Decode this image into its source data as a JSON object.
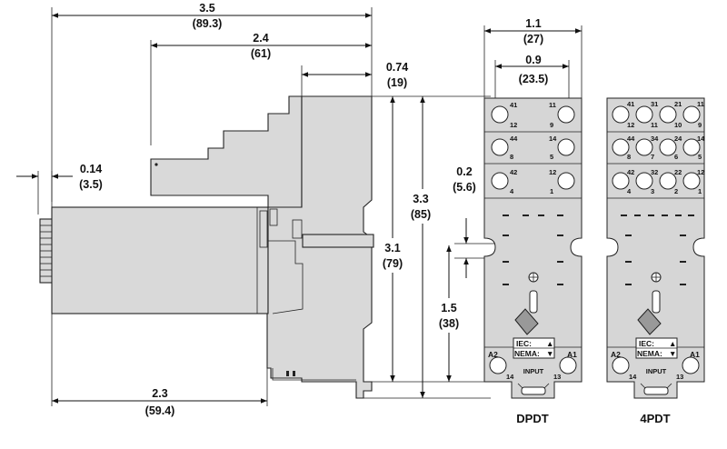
{
  "dimensions": {
    "overall_length": {
      "inch": "3.5",
      "mm": "(89.3)"
    },
    "relay_to_socket": {
      "inch": "2.4",
      "mm": "(61)"
    },
    "socket_depth": {
      "inch": "0.74",
      "mm": "(19)"
    },
    "knob": {
      "inch": "0.14",
      "mm": "(3.5)"
    },
    "relay_body": {
      "inch": "2.3",
      "mm": "(59.4)"
    },
    "total_height": {
      "inch": "3.3",
      "mm": "(85)"
    },
    "socket_height": {
      "inch": "3.1",
      "mm": "(79)"
    },
    "slot_width": {
      "inch": "0.2",
      "mm": "(5.6)"
    },
    "slot_to_bottom": {
      "inch": "1.5",
      "mm": "(38)"
    },
    "width": {
      "inch": "1.1",
      "mm": "(27)"
    },
    "mounting": {
      "inch": "0.9",
      "mm": "(23.5)"
    }
  },
  "dpdt": {
    "label": "DPDT",
    "row1": [
      "41",
      "11"
    ],
    "row1b": [
      "12",
      "9"
    ],
    "row2": [
      "44",
      "14"
    ],
    "row2b": [
      "8",
      "5"
    ],
    "row3": [
      "42",
      "12"
    ],
    "row3b": [
      "4",
      "1"
    ],
    "coil_left": "A2",
    "coil_right": "A1",
    "coil_left_num": "14",
    "coil_right_num": "13",
    "input": "INPUT",
    "iec": "IEC:",
    "nema": "NEMA:",
    "iec_symbol": "▲",
    "nema_symbol": "▼"
  },
  "pdt4": {
    "label": "4PDT",
    "row1": [
      "41",
      "31",
      "21",
      "11"
    ],
    "row1b": [
      "12",
      "11",
      "10",
      "9"
    ],
    "row2": [
      "44",
      "34",
      "24",
      "14"
    ],
    "row2b": [
      "8",
      "7",
      "6",
      "5"
    ],
    "row3": [
      "42",
      "32",
      "22",
      "12"
    ],
    "row3b": [
      "4",
      "3",
      "2",
      "1"
    ],
    "coil_left": "A2",
    "coil_right": "A1",
    "coil_left_num": "14",
    "coil_right_num": "13",
    "input": "INPUT",
    "iec": "IEC:",
    "nema": "NEMA:",
    "iec_symbol": "▲",
    "nema_symbol": "▼"
  }
}
